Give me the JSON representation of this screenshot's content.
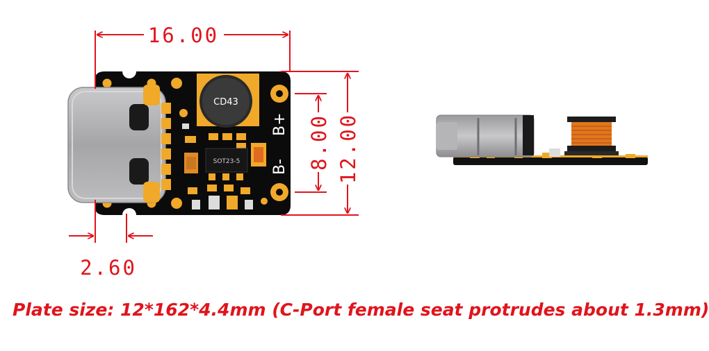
{
  "colors": {
    "dimension": "#e0141c",
    "pcb": "#0b0b0b",
    "pad": "#f1a92a",
    "usb_shell": "#a9a9ab",
    "coil": "#e2761c",
    "caption": "#e0141c"
  },
  "dimensions": {
    "width": "16.00",
    "height": "12.00",
    "pad_spacing": "8.00",
    "port_offset": "2.60"
  },
  "labels": {
    "inductor": "CD43",
    "chip": "SOT23-5",
    "b_plus": "B+",
    "b_minus": "B-"
  },
  "caption": "Plate size: 12*162*4.4mm (C-Port female seat protrudes about 1.3mm)"
}
